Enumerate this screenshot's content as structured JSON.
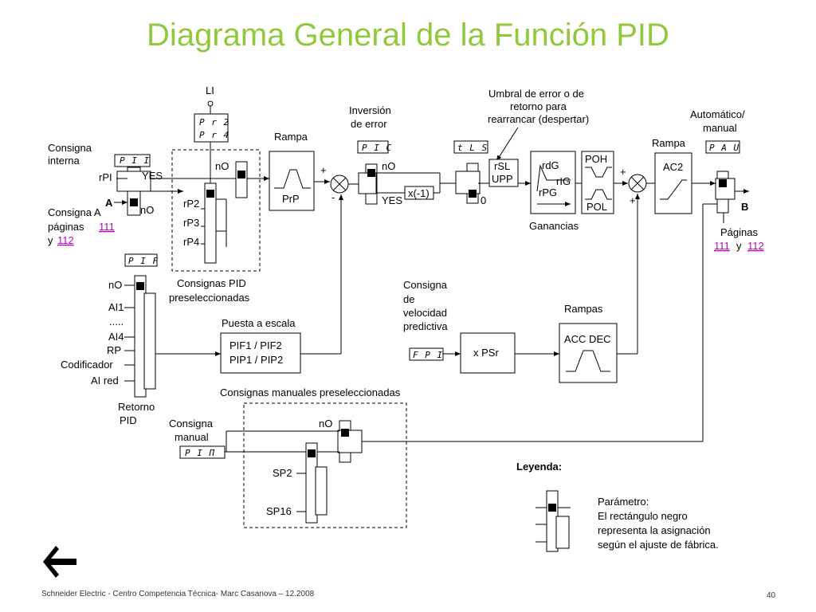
{
  "title": "Diagrama General de la Función PID",
  "footer": "Schneider Electric - Centro Competencia Técnica- Marc Casanova – 12.2008",
  "page_number": "40",
  "diagram": {
    "li": "LI",
    "pr2": "P r 2",
    "pr4": "P r 4",
    "consigna_interna_1": "Consigna",
    "consigna_interna_2": "interna",
    "pii": "P I I",
    "rpi": "rPI",
    "yes1": "YES",
    "a_label": "A",
    "no1": "nO",
    "consigna_a_1": "Consigna A",
    "consigna_a_2": "páginas",
    "link_111a": "111",
    "consigna_a_y": "y",
    "link_112a": "112",
    "no2": "nO",
    "rp2": "rP2",
    "rp3": "rP3",
    "rp4": "rP4",
    "consignas_pid_1": "Consignas PID",
    "consignas_pid_2": "preseleccionadas",
    "rampa1": "Rampa",
    "prp": "PrP",
    "plus1": "+",
    "minus1": "-",
    "inversion_1": "Inversión",
    "inversion_2": "de error",
    "pic": "P I C",
    "no3": "nO",
    "yes2": "YES",
    "x_minus1": "x(-1)",
    "tls": "t L S",
    "umbral_1": "Umbral de error o de",
    "umbral_2": "retorno para",
    "umbral_3": "rearrancar (despertar)",
    "rsl": "rSL",
    "upp": "UPP",
    "zero": "0",
    "rdg": "rdG",
    "rig": "rIG",
    "rpg": "rPG",
    "ganancias": "Ganancias",
    "poh": "POH",
    "pol": "POL",
    "plus2": "+",
    "plus3": "+",
    "rampa2": "Rampa",
    "ac2": "AC2",
    "automatico_1": "Automático/",
    "automatico_2": "manual",
    "pau": "P A U",
    "b_label": "B",
    "paginas_b": "Páginas",
    "link_111b": "111",
    "paginas_b_y": "y",
    "link_112b": "112",
    "pif": "P I F",
    "no4": "nO",
    "ai1": "AI1",
    "dots": ".....",
    "ai4": "AI4",
    "rp": "RP",
    "codificador": "Codificador",
    "ai_red": "AI red",
    "retorno_1": "Retorno",
    "retorno_2": "PID",
    "puesta_escala": "Puesta a escala",
    "pif1": "PIF1 / PIF2",
    "pip1": "PIP1 / PIP2",
    "consigna_vel_1": "Consigna",
    "consigna_vel_2": "de",
    "consigna_vel_3": "velocidad",
    "consigna_vel_4": "predictiva",
    "fpi": "F P I",
    "xpsr": "x PSr",
    "rampas": "Rampas",
    "acc_dec": "ACC DEC",
    "consignas_manuales": "Consignas manuales preseleccionadas",
    "consigna_manual_1": "Consigna",
    "consigna_manual_2": "manual",
    "pim": "P I П",
    "no5": "nO",
    "sp2": "SP2",
    "sp16": "SP16",
    "leyenda": "Leyenda:",
    "param_1": "Parámetro:",
    "param_2": "El rectángulo negro",
    "param_3": "representa la asignación",
    "param_4": "según el ajuste de fábrica."
  }
}
